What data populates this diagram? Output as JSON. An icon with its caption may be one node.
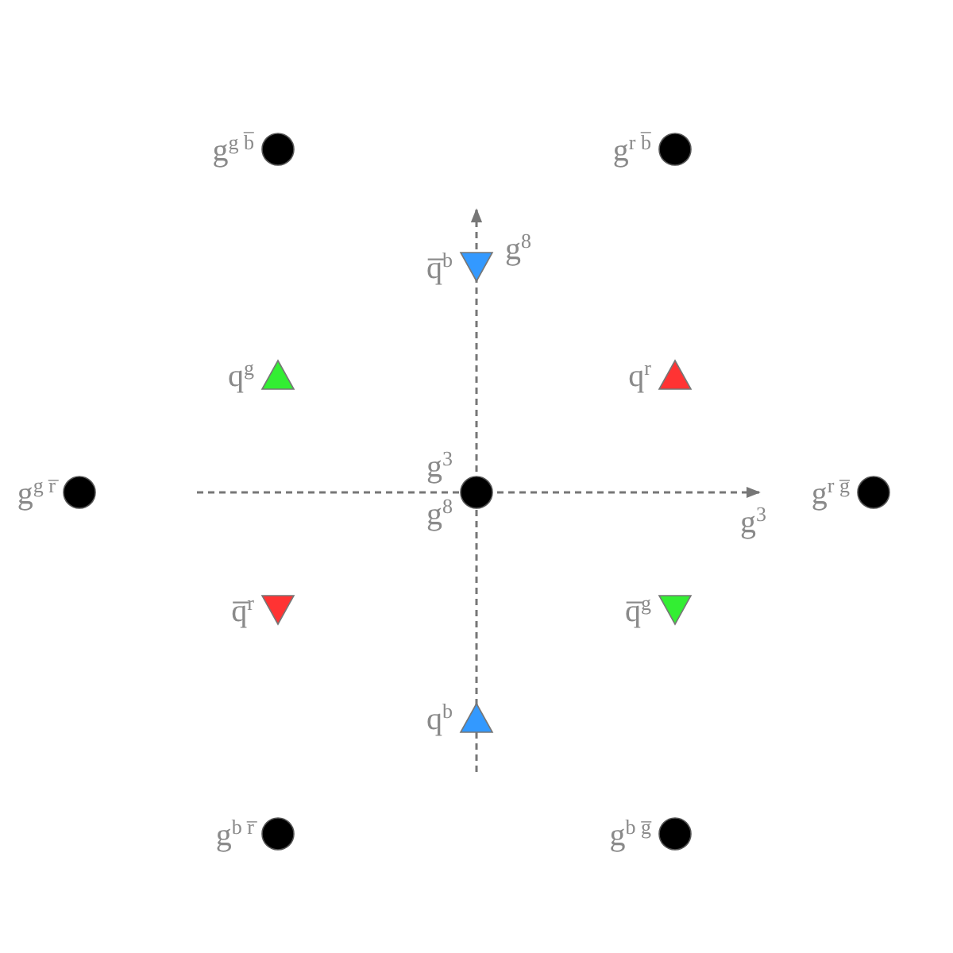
{
  "diagram": {
    "nodes": [
      {
        "text": [],
        "shape": "circle",
        "beside": [
          "g$^{g b̅}$"
        ]
      },
      {
        "text": [],
        "shape": "circle",
        "beside": [
          "g$^{r b̅}$"
        ]
      },
      {
        "text": [],
        "shape": "triangle",
        "beside": [
          "q̅$^{b}$"
        ]
      },
      {
        "text": [],
        "shape": "triangle",
        "beside": [
          "q$^{g}$"
        ]
      },
      {
        "text": [],
        "shape": "triangle",
        "beside": [
          "q$^{r}$"
        ]
      },
      {
        "text": [],
        "shape": "circle",
        "beside": [
          "g$^{g r̅}$"
        ]
      },
      {
        "text": [],
        "shape": "circle",
        "beside": [
          "g$^{3}$",
          "g$^{8}$"
        ]
      },
      {
        "text": [],
        "shape": "circle",
        "beside": [
          "g$^{r g̅}$"
        ]
      },
      {
        "text": [],
        "shape": "triangle",
        "beside": [
          "q̅$^{r}$"
        ]
      },
      {
        "text": [],
        "shape": "triangle",
        "beside": [
          "q̅$^{g}$"
        ]
      },
      {
        "text": [],
        "shape": "triangle",
        "beside": [
          "q$^{b}$"
        ]
      },
      {
        "text": [],
        "shape": "circle",
        "beside": [
          "g$^{b r̅}$"
        ]
      },
      {
        "text": [],
        "shape": "circle",
        "beside": [
          "g$^{b g̅}$"
        ]
      }
    ],
    "edges": [],
    "labels": [
      "g$^{8}$",
      "g$^{3}$"
    ]
  }
}
